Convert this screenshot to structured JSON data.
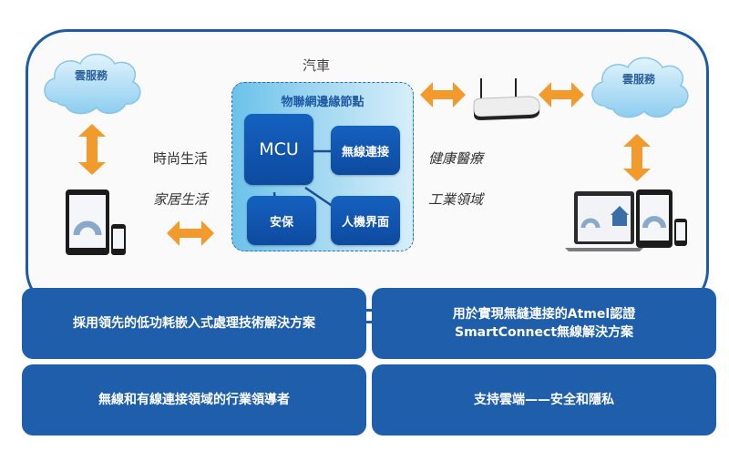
{
  "diagram": {
    "cloud_left_label": "雲服務",
    "cloud_right_label": "雲服務",
    "top_label": "汽車",
    "left_labels": [
      "時尚生活",
      "家居生活"
    ],
    "right_labels": [
      "健康醫療",
      "工業領域"
    ],
    "node": {
      "title": "物聯網邊緣節點",
      "blocks": {
        "mcu": "MCU",
        "wireless": "無線連接",
        "security": "安保",
        "hmi": "人機界面"
      }
    },
    "devices": {
      "left": "tablet-phone",
      "right": "laptop-tablet-phone",
      "router": "wireless-router"
    },
    "colors": {
      "frame": "#1f5aa6",
      "arrow": "#f39a2d",
      "block": "#0d4aa0",
      "feature": "#1e5eab",
      "cloud": "#9fd6f2"
    }
  },
  "features": [
    {
      "line1": "採用領先的低功耗嵌入式處理技術解決方案",
      "line2": ""
    },
    {
      "line1": "用於實現無縫連接的Atmel認證",
      "line2": "SmartConnect無線解決方案"
    },
    {
      "line1": "無線和有線連接領域的行業領導者",
      "line2": ""
    },
    {
      "line1": "支持雲端——安全和隱私",
      "line2": ""
    }
  ]
}
